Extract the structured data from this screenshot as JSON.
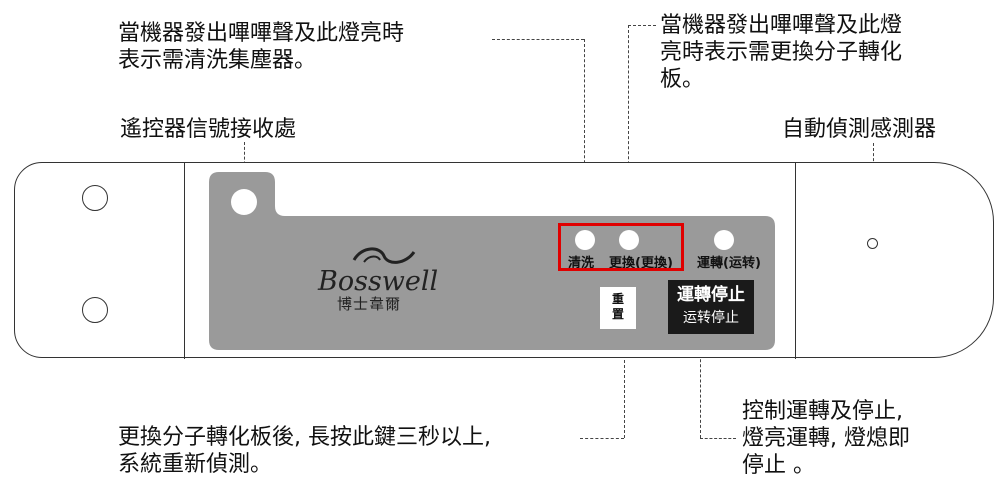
{
  "callouts": {
    "clean_led": "當機器發出嗶嗶聲及此燈亮時\n表示需清洗集塵器。",
    "replace_led": "當機器發出嗶嗶聲及此燈\n亮時表示需更換分子轉化\n板。",
    "remote_receiver": "遙控器信號接收處",
    "auto_sensor": "自動偵測感測器",
    "reset_button": "更換分子轉化板後, 長按此鍵三秒以上,\n系統重新偵測。",
    "run_stop_button": "控制運轉及停止,\n燈亮運轉, 燈熄即\n停止 。"
  },
  "panel": {
    "brand": "Bosswell",
    "brand_sub": "博士韋爾",
    "led_clean": "清洗",
    "led_replace": "更換(更換)",
    "led_run": "運轉(运转)",
    "reset_label": "重\n置",
    "run_stop_line1": "運轉停止",
    "run_stop_line2": "运转停止"
  },
  "colors": {
    "panel_gray": "#9a9a9a",
    "highlight_red": "#e00000",
    "button_dark": "#1a1a1a"
  }
}
